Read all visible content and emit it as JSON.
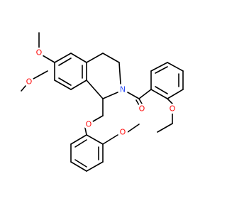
{
  "molecule": {
    "colors": {
      "bond": "#000000",
      "oxygen": "#ff0d0d",
      "nitrogen": "#3050f8",
      "background": "#ffffff"
    },
    "atom_labels": {
      "o_methoxy_top": "O",
      "o_methoxy_left": "O",
      "n_ring": "N",
      "o_carbonyl": "O",
      "o_ethoxy": "O",
      "o_ether": "O",
      "o_methoxy_phenyl": "O"
    }
  }
}
